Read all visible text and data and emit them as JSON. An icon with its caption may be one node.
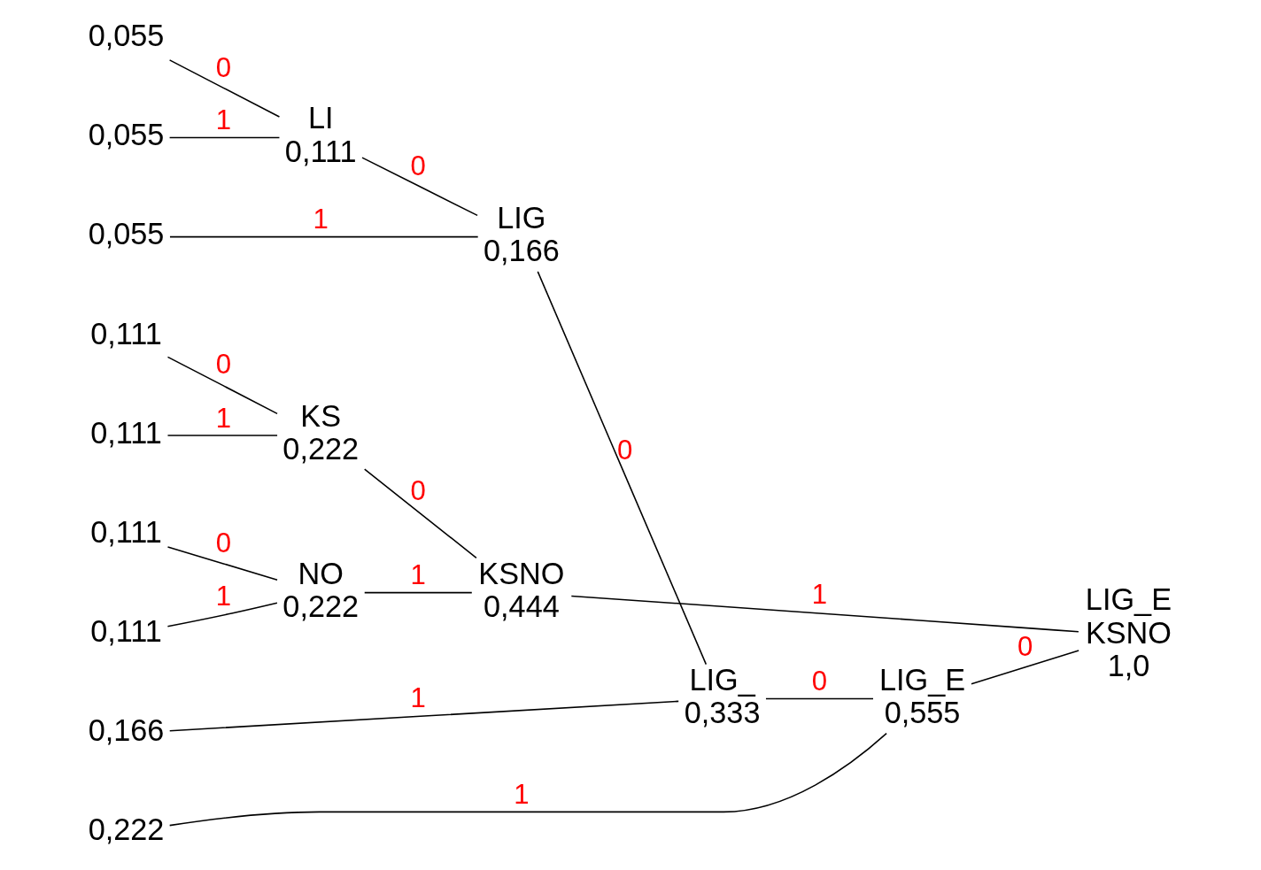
{
  "diagram": {
    "nodes": [
      {
        "text": [
          "0,055"
        ]
      },
      {
        "text": [
          "0,055"
        ]
      },
      {
        "text": [
          "0,055"
        ]
      },
      {
        "text": [
          "0,111"
        ]
      },
      {
        "text": [
          "0,111"
        ]
      },
      {
        "text": [
          "0,111"
        ]
      },
      {
        "text": [
          "0,111"
        ]
      },
      {
        "text": [
          "0,166"
        ]
      },
      {
        "text": [
          "0,222"
        ]
      },
      {
        "text": [
          "LI",
          "0,111"
        ]
      },
      {
        "text": [
          "LIG",
          "0,166"
        ]
      },
      {
        "text": [
          "LIG_",
          "0,333"
        ]
      },
      {
        "text": [
          "KS",
          "0,222"
        ]
      },
      {
        "text": [
          "NO",
          "0,222"
        ]
      },
      {
        "text": [
          "KSNO",
          "0,444"
        ]
      },
      {
        "text": [
          "LIG_E",
          "0,555"
        ]
      },
      {
        "text": [
          "LIG_E",
          "KSNO",
          "1,0"
        ]
      }
    ],
    "edges": [
      {
        "from": 0,
        "to": 9,
        "arrow": "none",
        "label": "0"
      },
      {
        "from": 1,
        "to": 9,
        "arrow": "none",
        "label": "1"
      },
      {
        "from": 9,
        "to": 10,
        "arrow": "none",
        "label": "0"
      },
      {
        "from": 2,
        "to": 10,
        "arrow": "none",
        "label": "1"
      },
      {
        "from": 10,
        "to": 11,
        "arrow": "none",
        "label": "0"
      },
      {
        "from": 7,
        "to": 11,
        "arrow": "none",
        "label": "1"
      },
      {
        "from": 3,
        "to": 12,
        "arrow": "none",
        "label": "0"
      },
      {
        "from": 4,
        "to": 12,
        "arrow": "none",
        "label": "1"
      },
      {
        "from": 5,
        "to": 13,
        "arrow": "none",
        "label": "0"
      },
      {
        "from": 6,
        "to": 13,
        "arrow": "none",
        "label": "1"
      },
      {
        "from": 12,
        "to": 14,
        "arrow": "none",
        "label": "0"
      },
      {
        "from": 13,
        "to": 14,
        "arrow": "none",
        "label": "1"
      },
      {
        "from": 11,
        "to": 15,
        "arrow": "none",
        "label": "0"
      },
      {
        "from": 8,
        "to": 15,
        "arrow": "none",
        "label": "1"
      },
      {
        "from": 15,
        "to": 16,
        "arrow": "none",
        "label": "0"
      },
      {
        "from": 14,
        "to": 16,
        "arrow": "none",
        "label": "1"
      }
    ]
  }
}
